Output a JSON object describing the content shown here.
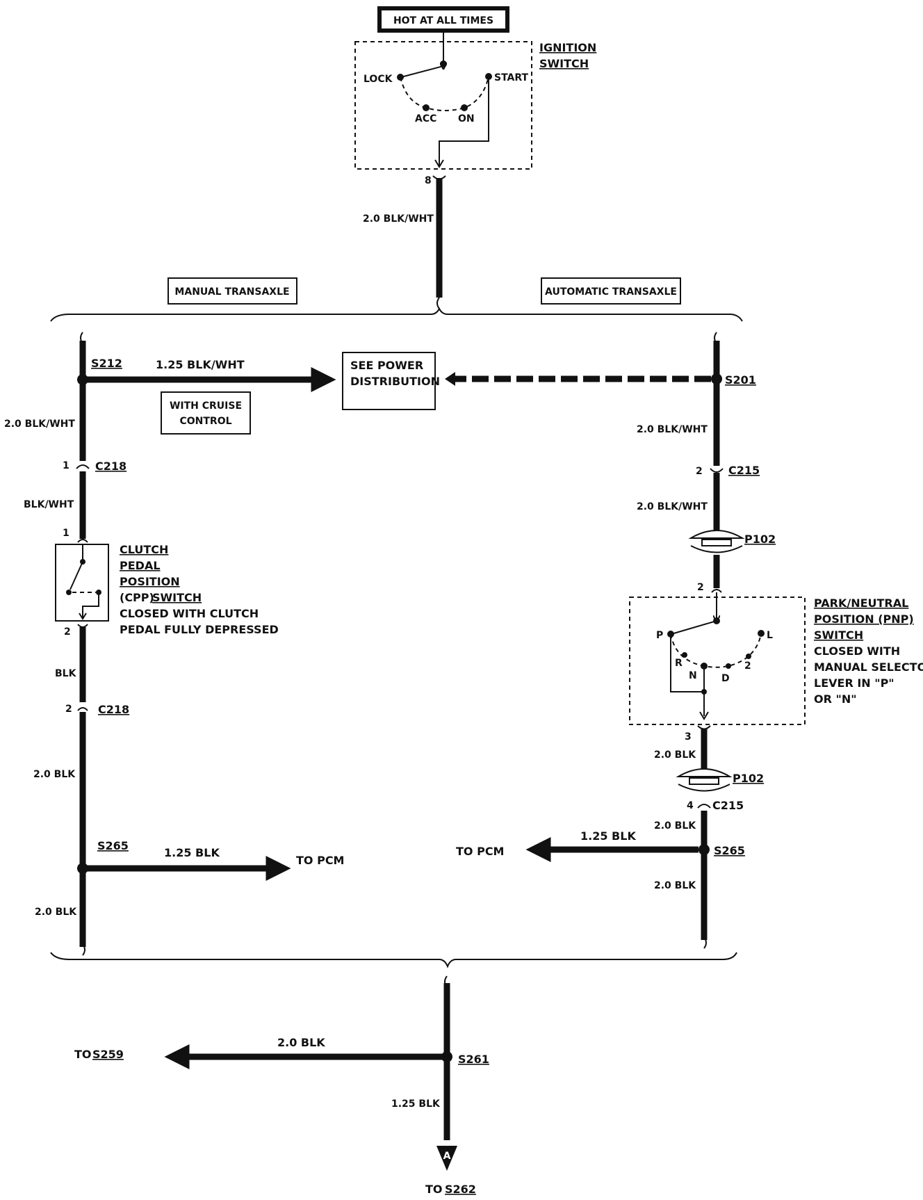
{
  "header": {
    "hot_label": "HOT AT ALL TIMES"
  },
  "ignition": {
    "title_line1": "IGNITION",
    "title_line2": "SWITCH",
    "pos_lock": "LOCK",
    "pos_start": "START",
    "pos_acc": "ACC",
    "pos_on": "ON",
    "pin": "8",
    "wire": "2.0 BLK/WHT"
  },
  "sections": {
    "manual": "MANUAL TRANSAXLE",
    "automatic": "AUTOMATIC TRANSAXLE"
  },
  "manual": {
    "splice_top": "S212",
    "branch_wire": "1.25 BLK/WHT",
    "cruise_line1": "WITH CRUISE",
    "cruise_line2": "CONTROL",
    "wire_main": "2.0 BLK/WHT",
    "c218_pin_top": "1",
    "c218": "C218",
    "wire_short": "BLK/WHT",
    "cpp_pin_top": "1",
    "cpp_line1": "CLUTCH",
    "cpp_line2": "PEDAL",
    "cpp_line3": "POSITION",
    "cpp_line4_a": "(CPP)",
    "cpp_line4_b": "SWITCH",
    "cpp_line5": "CLOSED WITH CLUTCH",
    "cpp_line6": "PEDAL FULLY DEPRESSED",
    "cpp_pin_bottom": "2",
    "wire_blk": "BLK",
    "c218_pin_bottom": "2",
    "c218_bottom": "C218",
    "wire_20blk": "2.0 BLK",
    "splice_s265": "S265",
    "pcm_wire": "1.25 BLK",
    "to_pcm": "TO PCM",
    "wire_20blk_bottom": "2.0 BLK"
  },
  "power": {
    "line1": "SEE POWER",
    "line2": "DISTRIBUTION"
  },
  "automatic": {
    "splice_top": "S201",
    "wire_main": "2.0 BLK/WHT",
    "c215_pin": "2",
    "c215": "C215",
    "wire_below_c215": "2.0 BLK/WHT",
    "p102_top": "P102",
    "pnp_pin_top": "2",
    "pnp_line1": "PARK/NEUTRAL",
    "pnp_line2": "POSITION (PNP)",
    "pnp_line3": "SWITCH",
    "pnp_line4": "CLOSED WITH",
    "pnp_line5": "MANUAL SELECTOR",
    "pnp_line6": "LEVER IN \"P\"",
    "pnp_line7": "OR \"N\"",
    "pos_p": "P",
    "pos_r": "R",
    "pos_n": "N",
    "pos_d": "D",
    "pos_2": "2",
    "pos_l": "L",
    "pnp_pin_bottom": "3",
    "wire_20blk": "2.0 BLK",
    "p102_bottom": "P102",
    "c215_pin_bottom": "4",
    "c215_bottom": "C215",
    "wire_20blk_b": "2.0 BLK",
    "to_pcm": "TO PCM",
    "pcm_wire": "1.25 BLK",
    "splice_s265": "S265",
    "wire_20blk_c": "2.0 BLK"
  },
  "bottom": {
    "to_s259_prefix": "TO",
    "to_s259": "S259",
    "branch_wire": "2.0 BLK",
    "splice": "S261",
    "wire_down": "1.25 BLK",
    "connector_letter": "A",
    "to_s262_prefix": "TO",
    "to_s262": "S262"
  }
}
